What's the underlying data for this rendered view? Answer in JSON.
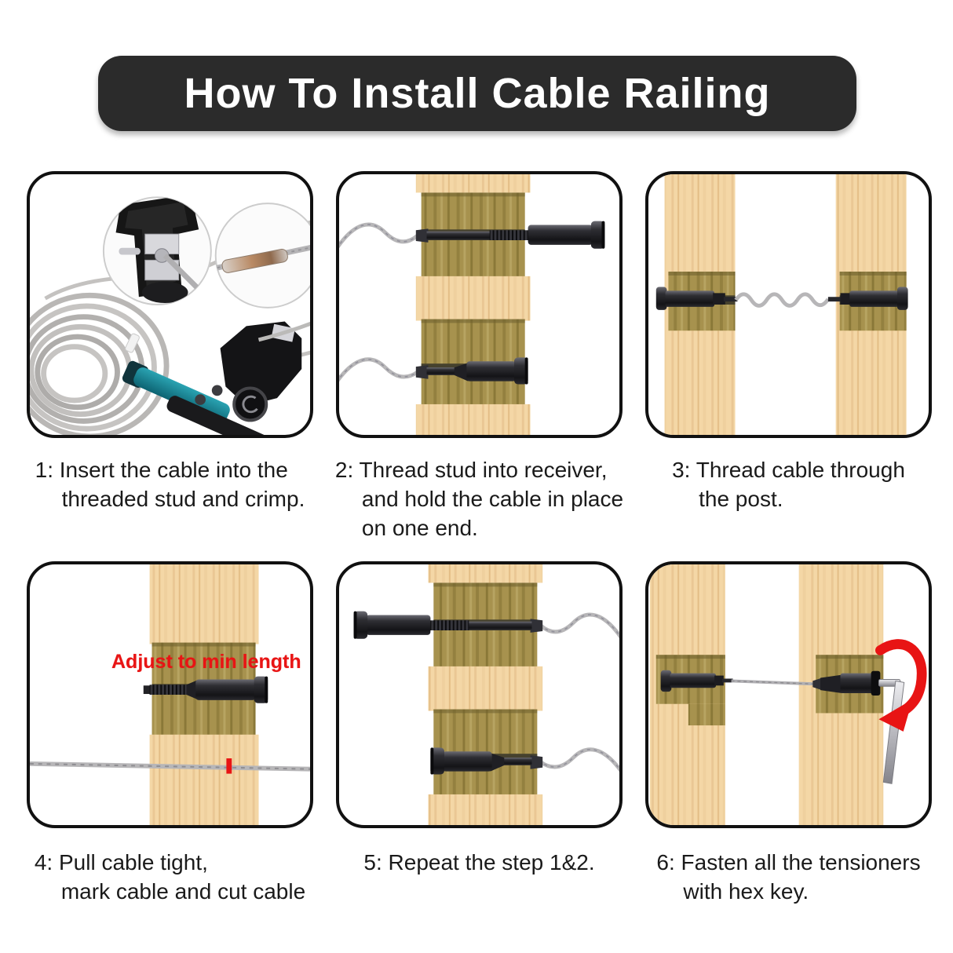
{
  "title": "How To Install Cable Railing",
  "colors": {
    "banner_bg": "#2b2b2b",
    "title_text": "#ffffff",
    "caption_text": "#1a1a1a",
    "annotation_red": "#e81414",
    "wood_light": "#f4d7a6",
    "wood_dark": "#a7924e",
    "hardware_black": "#1d1d21",
    "cable_gray": "#b7b6b8",
    "tool_teal": "#1d8a9b",
    "hex_key_silver": "#c9c9ce",
    "panel_border": "#111111"
  },
  "steps": [
    {
      "number": "1",
      "caption_lines": [
        "1: Insert the cable into the",
        "threaded stud and crimp."
      ],
      "illustration": "cable-coil-with-crimping-tool-and-detail-insets"
    },
    {
      "number": "2",
      "caption_lines": [
        "2: Thread stud into receiver,",
        "and hold the cable in place",
        "on one end."
      ],
      "illustration": "threaded-stud-and-receiver-at-wood-post"
    },
    {
      "number": "3",
      "caption_lines": [
        "3: Thread cable through",
        "the post."
      ],
      "illustration": "slack-cable-between-two-posts"
    },
    {
      "number": "4",
      "caption_lines": [
        "4: Pull cable tight,",
        "mark cable and cut cable"
      ],
      "annotation": "Adjust to min length",
      "illustration": "tensioner-at-min-length-and-marked-cable"
    },
    {
      "number": "5",
      "caption_lines": [
        "5: Repeat the step 1&2."
      ],
      "illustration": "mirrored-stud-and-receiver-at-wood-post"
    },
    {
      "number": "6",
      "caption_lines": [
        "6: Fasten all the tensioners",
        "with hex key."
      ],
      "illustration": "tightening-tensioner-with-hex-key"
    }
  ]
}
